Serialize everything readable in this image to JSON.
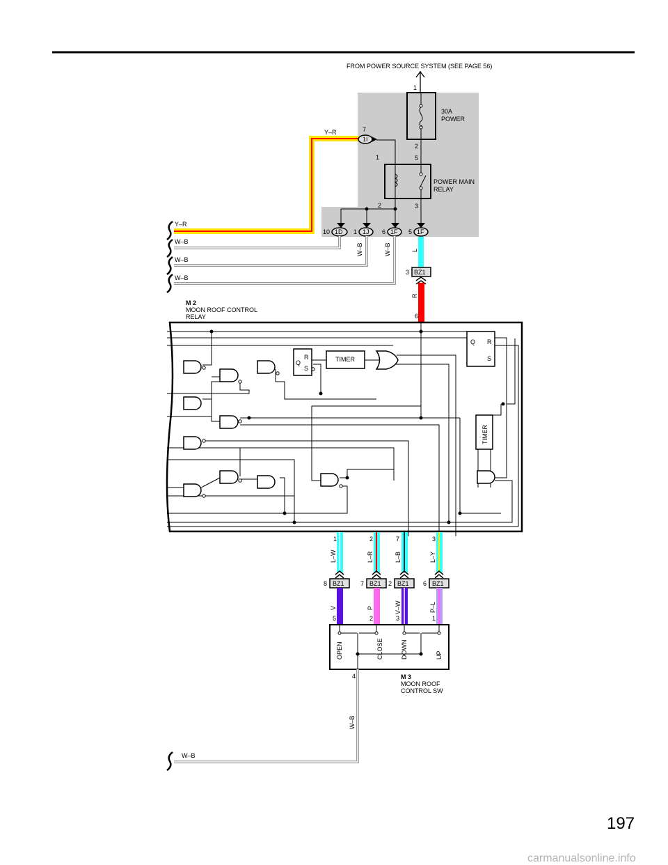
{
  "page_number": "197",
  "source_note": "FROM POWER SOURCE SYSTEM (SEE PAGE 56)",
  "watermark": "carmanualsonline.info",
  "fuse": {
    "rating": "30A",
    "name": "POWER"
  },
  "main_relay": {
    "name_1": "POWER MAIN",
    "name_2": "RELAY"
  },
  "m2": {
    "code": "M 2",
    "name_1": "MOON ROOF CONTROL",
    "name_2": "RELAY"
  },
  "m3": {
    "code": "M 3",
    "name_1": "MOON ROOF",
    "name_2": "CONTROL SW"
  },
  "logic": {
    "timer": "TIMER",
    "q": "Q",
    "r": "R",
    "s": "S"
  },
  "connectors": {
    "1I": "1I",
    "1D": "1D",
    "1J": "1J",
    "1F": "1F",
    "BZ1": "BZ1"
  },
  "wires": {
    "yr": "Y–R",
    "wb": "W–B",
    "l": "L",
    "r": "R",
    "lw": "L–W",
    "lr": "L–R",
    "lb": "L–B",
    "ly": "L–Y",
    "v": "V",
    "p": "P",
    "vw": "V–W",
    "pl": "P–L"
  },
  "switches": {
    "open": "OPEN",
    "close": "CLOSE",
    "down": "DOWN",
    "up": "UP"
  },
  "pins": {
    "p1": "1",
    "p2": "2",
    "p3": "3",
    "p4": "4",
    "p5": "5",
    "p6": "6",
    "p7": "7",
    "p8": "8",
    "p10": "10"
  },
  "colors": {
    "yellow": "#ffe600",
    "red_stripe": "#ff0000",
    "cyan": "#33ffff",
    "red": "#ff0000",
    "violet": "#5a10e0",
    "pink": "#ff66ee",
    "light_violet": "#bb99ff",
    "gray_box": "#cccccc"
  }
}
